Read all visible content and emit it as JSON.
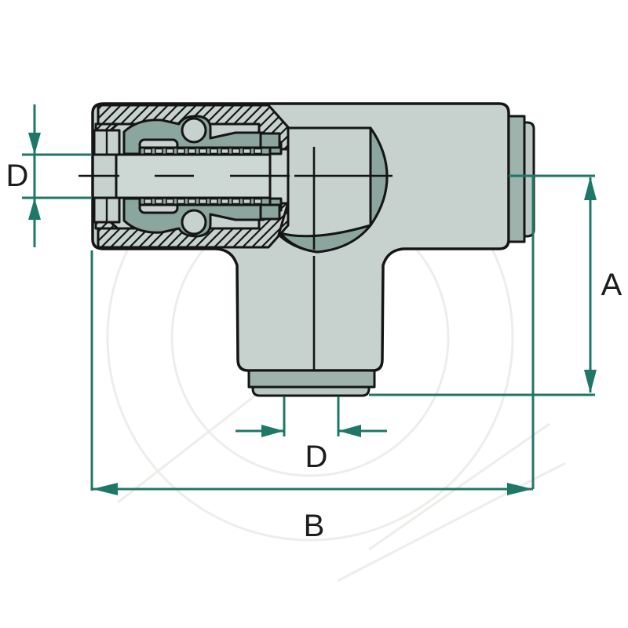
{
  "drawing": {
    "labels": {
      "dim_d_left": "D",
      "dim_a": "A",
      "dim_d_bottom": "D",
      "dim_b": "B"
    },
    "colors": {
      "dimension": "#1f7767",
      "outline": "#151515",
      "body": "#c7d2ce",
      "body_dark": "#8ba69e",
      "tube": "#cdd7d3",
      "cap_dark": "#9db3ac",
      "cap_mid": "#b9c8c2",
      "background": "#ffffff",
      "watermark": "#ededea"
    }
  }
}
